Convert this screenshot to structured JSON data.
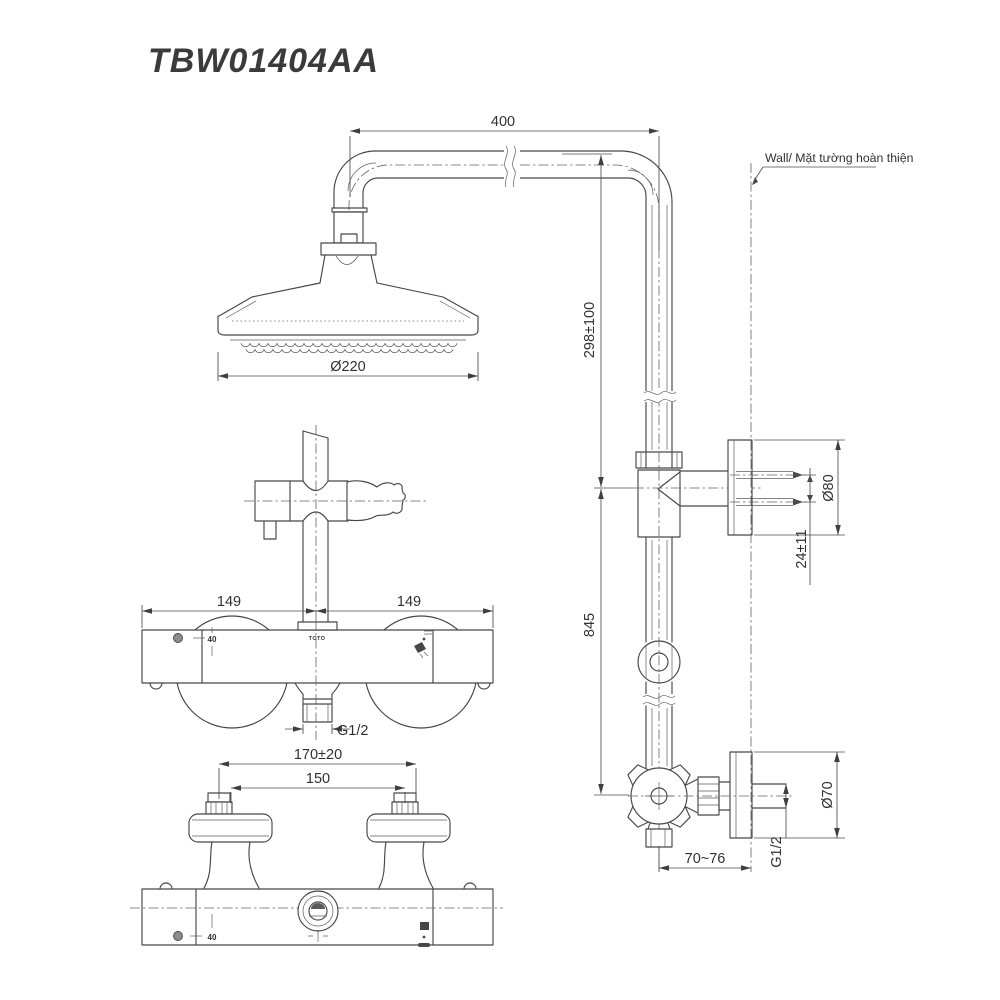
{
  "title": "TBW01404AA",
  "annotations": {
    "wall_finish_label": "Wall/ Mặt tường hoàn thiện",
    "logo_text": "TOTO",
    "temp_marking_front": "40",
    "temp_marking_bottom": "40"
  },
  "dimensions": {
    "arm_length": "400",
    "head_diameter": "Ø220",
    "arm_drop_height": "298±100",
    "body_half_left": "149",
    "body_half_right": "149",
    "outlet_thread": "G1/2",
    "inlet_span_outer": "170±20",
    "inlet_span_inner": "150",
    "bar_length": "845",
    "bracket_flange_diameter": "Ø80",
    "bracket_screw_adjust": "24±11",
    "supply_flange_diameter": "Ø70",
    "supply_thread": "G1/2",
    "valve_center_to_wall": "70~76"
  }
}
